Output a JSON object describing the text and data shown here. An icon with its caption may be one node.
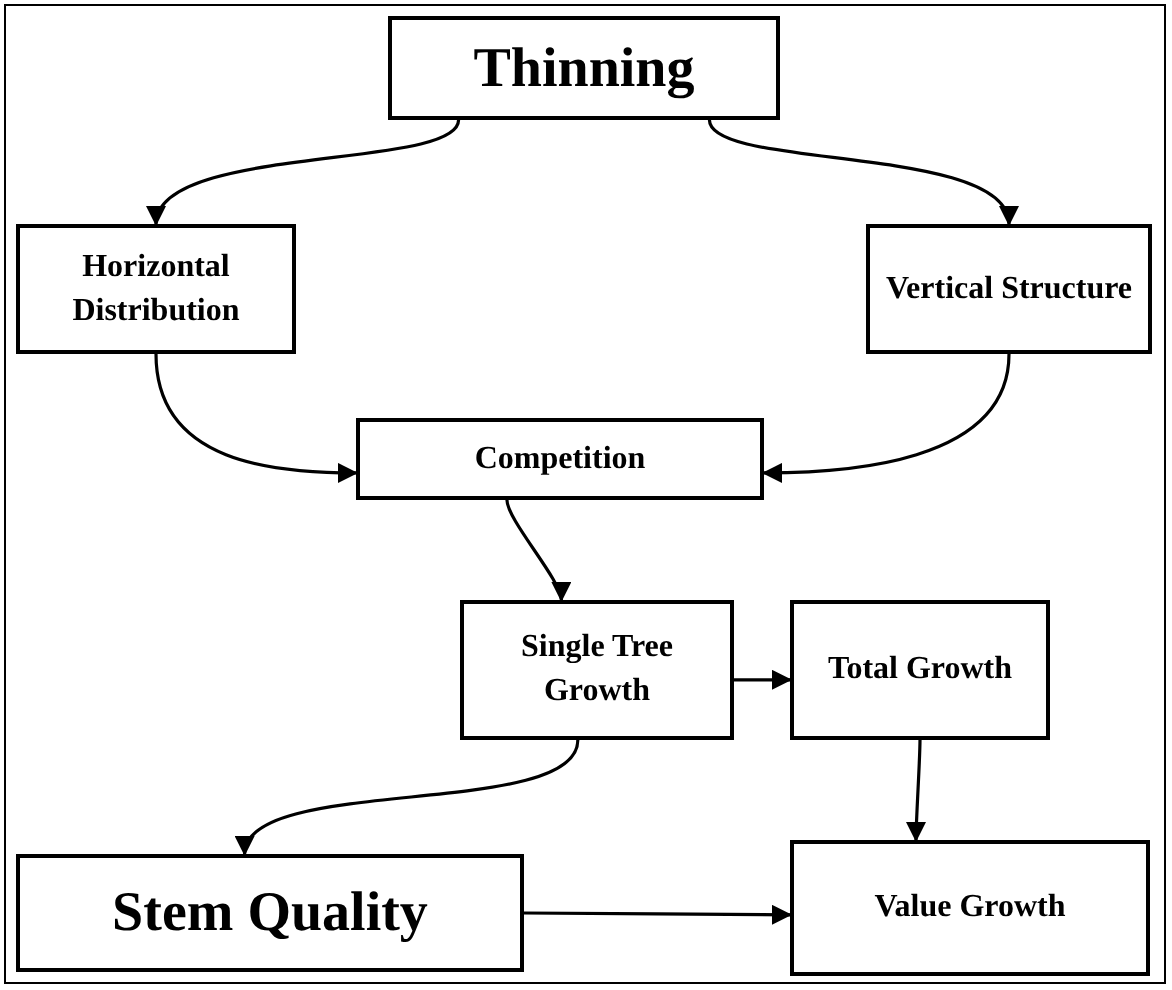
{
  "diagram": {
    "nodes": [
      {
        "text": [
          "Thinning"
        ]
      },
      {
        "text": [
          "Horizontal Distribution"
        ]
      },
      {
        "text": [
          "Vertical Structure"
        ]
      },
      {
        "text": [
          "Competition"
        ]
      },
      {
        "text": [
          "Single Tree Growth"
        ]
      },
      {
        "text": [
          "Total Growth"
        ]
      },
      {
        "text": [
          "Stem Quality"
        ]
      },
      {
        "text": [
          "Value Growth"
        ]
      }
    ],
    "edges": [
      {
        "from": 0,
        "to": 1,
        "arrow": "to"
      },
      {
        "from": 0,
        "to": 2,
        "arrow": "to"
      },
      {
        "from": 1,
        "to": 3,
        "arrow": "to"
      },
      {
        "from": 2,
        "to": 3,
        "arrow": "to"
      },
      {
        "from": 3,
        "to": 4,
        "arrow": "to"
      },
      {
        "from": 4,
        "to": 5,
        "arrow": "to"
      },
      {
        "from": 4,
        "to": 6,
        "arrow": "to"
      },
      {
        "from": 5,
        "to": 7,
        "arrow": "to"
      },
      {
        "from": 6,
        "to": 7,
        "arrow": "to"
      }
    ]
  }
}
